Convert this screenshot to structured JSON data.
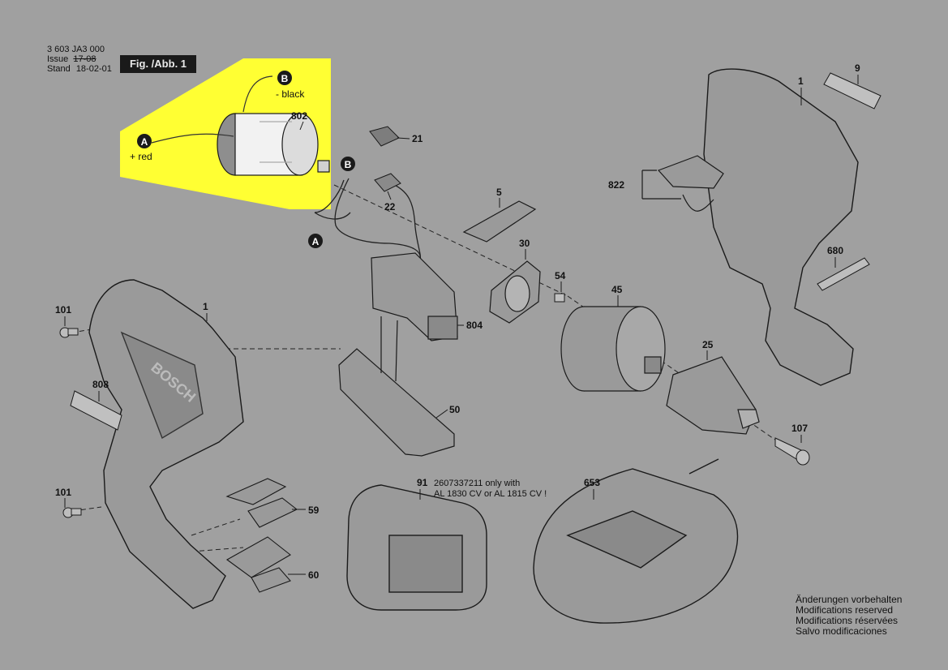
{
  "header": {
    "doc_number": "3 603 JA3 000",
    "issue_label": "Issue",
    "issue_value": "17-08",
    "stand_label": "Stand",
    "stand_value": "18-02-01",
    "figure_label": "Fig. /Abb. 1"
  },
  "colors": {
    "background": "#a0a0a0",
    "highlight": "#ffff33",
    "part_fill": "#9a9a9a",
    "outline": "#1a1a1a"
  },
  "callouts": {
    "motor": "802",
    "wire_b_top": "B",
    "wire_b_top_note": "- black",
    "wire_a_left": "A",
    "wire_a_left_note": "+ red",
    "wire_b_mid": "B",
    "wire_a_mid": "A",
    "slide_plate": "21",
    "pcb_small": "22",
    "direction_switch": "5",
    "gear_ring": "30",
    "screw_54": "54",
    "gearbox": "45",
    "chuck": "25",
    "screw_107": "107",
    "switch_804": "804",
    "pcb_50": "50",
    "housing_left": "1",
    "housing_right": "1",
    "screw_101_top": "101",
    "screw_101_bottom": "101",
    "label_808": "808",
    "label_9": "9",
    "clip_822": "822",
    "bit_680": "680",
    "cover_59": "59",
    "cover_60": "60",
    "battery": "91",
    "battery_note_1": "2607337211 only with",
    "battery_note_2": "AL 1830 CV or AL 1815 CV !",
    "charger": "653"
  },
  "notes": [
    "Änderungen vorbehalten",
    "Modifications reserved",
    "Modifications réservées",
    "Salvo modificaciones"
  ]
}
